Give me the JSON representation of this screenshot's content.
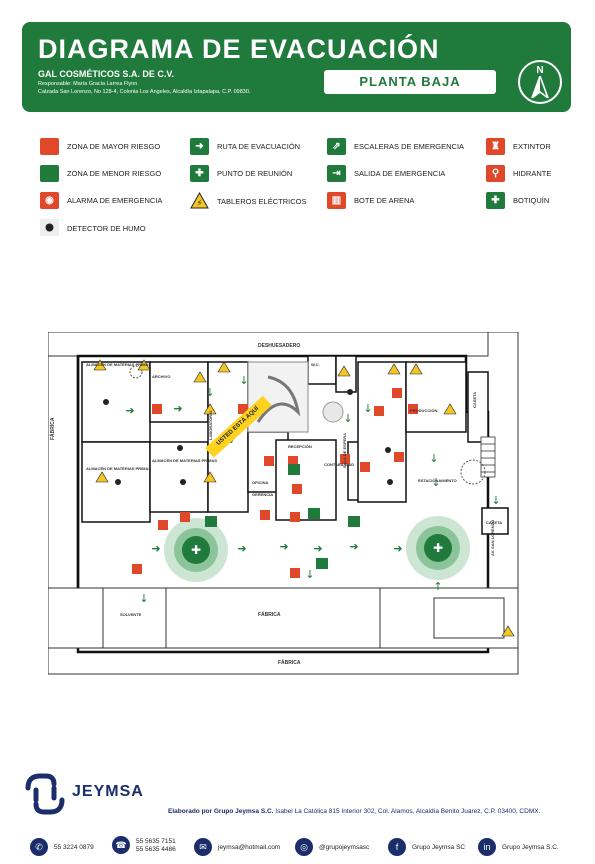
{
  "header": {
    "title": "DIAGRAMA DE EVACUACIÓN",
    "company": "GAL COSMÉTICOS S.A. DE C.V.",
    "responsible": "Responsable: María Gracia Larrea Flynn",
    "address": "Calzada San Lorenzo, No 128-4, Colonia Los Angeles, Alcaldía Iztapalapa, C.P. 09830.",
    "floor": "PLANTA BAJA",
    "compass_letter": "N"
  },
  "legend": [
    {
      "label": "ZONA DE MAYOR RIESGO",
      "icon": "high-risk-zone-swatch",
      "color": "#e0482a"
    },
    {
      "label": "RUTA DE EVACUACIÓN",
      "icon": "arrow-right-icon",
      "color": "#1f7a3b"
    },
    {
      "label": "ESCALERAS DE EMERGENCIA",
      "icon": "emergency-stairs-icon",
      "color": "#1f7a3b"
    },
    {
      "label": "EXTINTOR",
      "icon": "fire-extinguisher-icon",
      "color": "#e0482a"
    },
    {
      "label": "ZONA DE MENOR RIESGO",
      "icon": "low-risk-zone-swatch",
      "color": "#1f7a3b"
    },
    {
      "label": "PUNTO DE REUNIÓN",
      "icon": "meeting-point-icon",
      "color": "#1f7a3b"
    },
    {
      "label": "SALIDA DE EMERGENCIA",
      "icon": "emergency-exit-icon",
      "color": "#1f7a3b"
    },
    {
      "label": "HIDRANTE",
      "icon": "hydrant-icon",
      "color": "#e0482a"
    },
    {
      "label": "ALARMA DE EMERGENCIA",
      "icon": "alarm-icon",
      "color": "#e0482a"
    },
    {
      "label": "TABLEROS ELÉCTRICOS",
      "icon": "electrical-panel-icon",
      "color": "#f3c623"
    },
    {
      "label": "BOTE DE ARENA",
      "icon": "sand-bucket-icon",
      "color": "#e0482a"
    },
    {
      "label": "BOTIQUÍN",
      "icon": "first-aid-icon",
      "color": "#1f7a3b"
    },
    {
      "label": "DETECTOR DE HUMO",
      "icon": "smoke-detector-icon",
      "color": "#222222"
    }
  ],
  "plan": {
    "labels": {
      "deshuesadero": "DESHUESADERO",
      "fabrica": "FÁBRICA",
      "you_are_here": "USTED ESTÁ AQUÍ",
      "almacen_mp": "ALMACÉN DE MATERIAS PRIMAS",
      "archivo": "ARCHIVO",
      "laboratorio": "LABORATORIO",
      "recepcion": "RECEPCIÓN",
      "contabilidad": "CONTABILIDAD",
      "sala_espera": "SALA DE ESPERA",
      "produccion": "PRODUCCIÓN",
      "caseta": "CASETA",
      "estacionamiento": "ESTACIONAMIENTO",
      "av_san_lorenzo": "AV. SAN LORENZO",
      "oficina": "OFICINA",
      "gerencia": "GERENCIA",
      "wc": "W.C.",
      "sol_vente": "SOLVENTE"
    }
  },
  "footer": {
    "brand": "JEYMSA",
    "made_by_prefix": "Elaborado por",
    "made_by_name": "Grupo Jeymsa S.C.",
    "made_by_address": "Isabel La Católica 815 Interior 302, Col. Alamos, Alcaldía Benito Juarez, C.P. 03400, CDMX.",
    "contacts": [
      {
        "icon": "whatsapp-icon",
        "lines": [
          "55 3224 0879"
        ]
      },
      {
        "icon": "phone-icon",
        "lines": [
          "55 5635 7151",
          "55 5635 4486"
        ]
      },
      {
        "icon": "mail-icon",
        "lines": [
          "jeymsa@hotmail.com"
        ]
      },
      {
        "icon": "instagram-icon",
        "lines": [
          "@grupojeymsasc"
        ]
      },
      {
        "icon": "facebook-icon",
        "lines": [
          "Grupo Jeymsa SC"
        ]
      },
      {
        "icon": "linkedin-icon",
        "lines": [
          "Grupo Jeymsa S.C."
        ]
      }
    ]
  }
}
